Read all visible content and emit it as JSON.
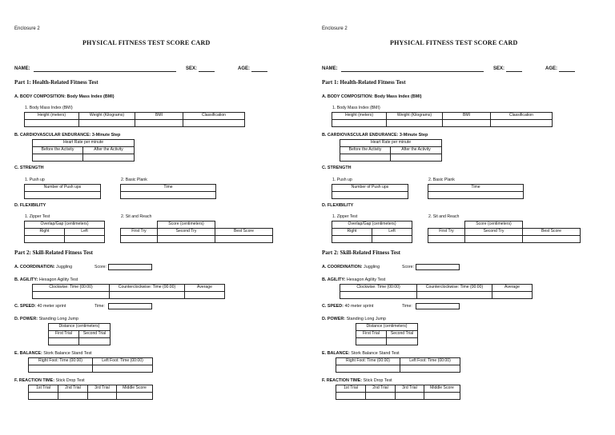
{
  "card": {
    "enclosure": "Enclosure 2",
    "title": "PHYSICAL FITNESS TEST SCORE CARD",
    "name_label": "NAME:",
    "sex_label": "SEX:",
    "age_label": "AGE:",
    "part1": "Part 1: Health-Related Fitness Test",
    "body_comp": {
      "title": "A. BODY COMPOSITION: Body Mass Index (BMI)",
      "sub": "1. Body Mass Index (BMI)",
      "cols": [
        "Height (meters)",
        "Weight (Kilograms)",
        "BMI",
        "Classification"
      ]
    },
    "cardio": {
      "title": "B. CARDIOVASCULAR ENDURANCE: 3-Minute Step",
      "group": "Heart Rate per minute",
      "cols": [
        "Before the Activity",
        "After the Activity"
      ]
    },
    "strength": {
      "title": "C. STRENGTH",
      "pushup": "1. Push up",
      "pushup_col": "Number of Push ups",
      "plank": "2. Basic Plank",
      "plank_col": "Time"
    },
    "flexibility": {
      "title": "D. FLEXIBILITY",
      "zipper": "1. Zipper Test",
      "zipper_group": "Overlap/Gap (centimeters)",
      "zipper_cols": [
        "Right",
        "Left"
      ],
      "sit": "2. Sit and Reach",
      "sit_group": "Score (centimeters)",
      "sit_cols": [
        "First Try",
        "Second Try",
        "Best Score"
      ]
    },
    "part2": "Part 2: Skill-Related Fitness Test",
    "coordination": {
      "label": "A. COORDINATION:",
      "test": "Juggling",
      "score_label": "Score:"
    },
    "agility": {
      "label": "B. AGILITY:",
      "test": "Hexagon Agility Test",
      "cols": [
        "Clockwise: Time (00:00)",
        "Counterclockwise: Time (00:00)",
        "Average"
      ]
    },
    "speed": {
      "label": "C. SPEED:",
      "test": "40 meter sprint",
      "time_label": "Time:"
    },
    "power": {
      "label": "D. POWER:",
      "test": "Standing Long Jump",
      "group": "Distance (centimeters)",
      "cols": [
        "First Trial",
        "Second Trial"
      ]
    },
    "balance": {
      "label": "E. BALANCE:",
      "test": "Stork Balance Stand Test",
      "cols": [
        "Right Foot: Time (00:00)",
        "Left Foot: Time (00:00)"
      ]
    },
    "reaction": {
      "label": "F. REACTION TIME:",
      "test": "Stick Drop Test",
      "cols": [
        "1st Trial",
        "2nd Trial",
        "3rd Trial",
        "Middle Score"
      ]
    }
  }
}
